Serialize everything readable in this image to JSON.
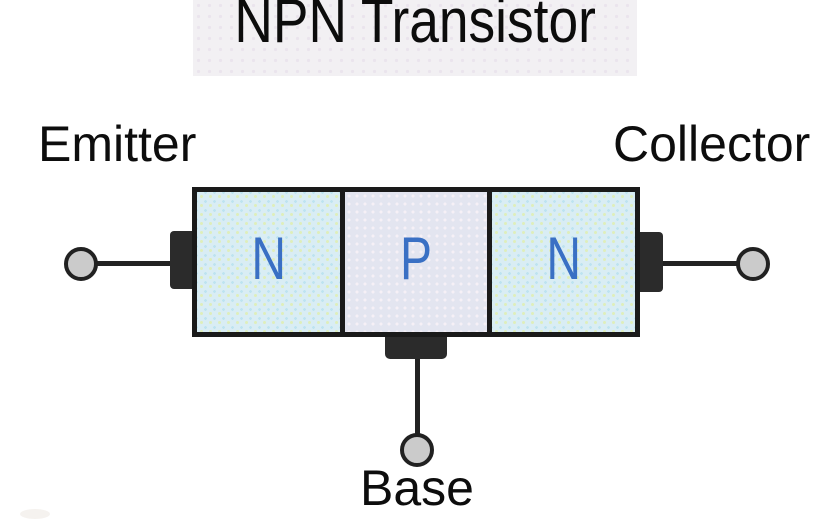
{
  "diagram": {
    "title": "NPN Transistor",
    "terminals": {
      "emitter": "Emitter",
      "collector": "Collector",
      "base": "Base"
    },
    "regions": [
      {
        "label": "N",
        "type": "n-region"
      },
      {
        "label": "P",
        "type": "p-region"
      },
      {
        "label": "N",
        "type": "n-region"
      }
    ],
    "colors": {
      "n_region_fill": "#d9edf4",
      "p_region_fill": "#e3e5f0",
      "region_letter": "#3a70c4",
      "body_outline": "#1a1a1a",
      "contact_tab": "#2b2b2b",
      "wire": "#222222",
      "terminal_fill": "#cbcbcb",
      "terminal_stroke": "#212121",
      "title_background": "#f2f0f3",
      "label_text": "#0d0d0d",
      "page_background": "#ffffff"
    }
  }
}
